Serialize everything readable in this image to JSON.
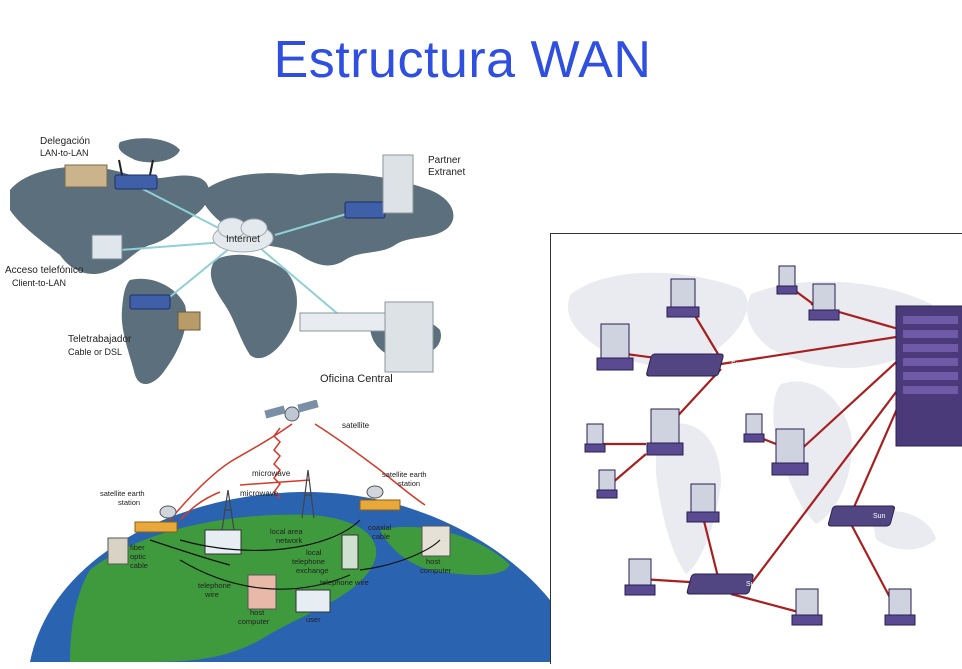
{
  "title": "Estructura WAN",
  "internet_diagram": {
    "cloud_label": "Internet",
    "lan_to_lan": {
      "line1": "Delegación",
      "line2": "LAN-to-LAN"
    },
    "partner": {
      "line1": "Partner",
      "line2": "Extranet"
    },
    "dialup": {
      "line1": "Acceso telefónico",
      "line2": "Client-to-LAN"
    },
    "teleworker": {
      "line1": "Teletrabajador",
      "line2": "Cable or DSL"
    },
    "central_office": "Oficina Central"
  },
  "satellite_diagram": {
    "satellite": "satellite",
    "microwave_top": "microwave",
    "microwave_mid": "microwave",
    "earth_station_left": {
      "line1": "satellite earth",
      "line2": "station"
    },
    "earth_station_right": {
      "line1": "satellite earth",
      "line2": "station"
    },
    "fiber": {
      "line1": "fiber",
      "line2": "optic",
      "line3": "cable"
    },
    "lan": {
      "line1": "local area",
      "line2": "network"
    },
    "coaxial": {
      "line1": "coaxial",
      "line2": "cable"
    },
    "exchange": {
      "line1": "local",
      "line2": "telephone",
      "line3": "exchange"
    },
    "host_right": {
      "line1": "host",
      "line2": "computer"
    },
    "phone_wire_1": {
      "line1": "telephone",
      "line2": "wire"
    },
    "phone_wire_2": "telephone wire",
    "host_bottom": {
      "line1": "host",
      "line2": "computer"
    },
    "user": "user"
  },
  "server_diagram": {
    "switch_brand": "Sun"
  }
}
